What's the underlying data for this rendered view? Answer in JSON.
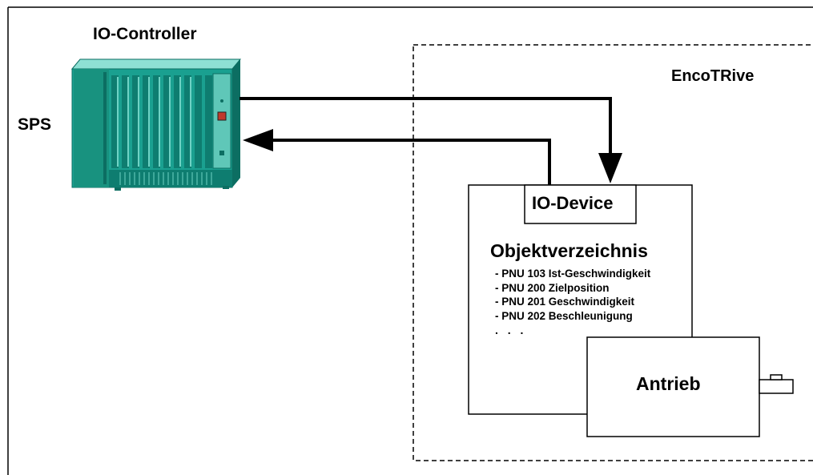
{
  "labels": {
    "io_controller": "IO-Controller",
    "sps": "SPS",
    "encotrive": "EncoTRive",
    "io_device": "IO-Device",
    "objektverzeichnis": "Objektverzeichnis",
    "antrieb": "Antrieb",
    "ellipsis": ". . ."
  },
  "parameters": [
    "- PNU 103 Ist-Geschwindigkeit",
    "- PNU 200 Zielposition",
    "- PNU 201 Geschwindigkeit",
    "- PNU 202 Beschleunigung"
  ],
  "colors": {
    "rack_body": "#1aa090",
    "rack_dark": "#0c6e62",
    "rack_light": "#6fd2c4",
    "line": "#000000"
  }
}
